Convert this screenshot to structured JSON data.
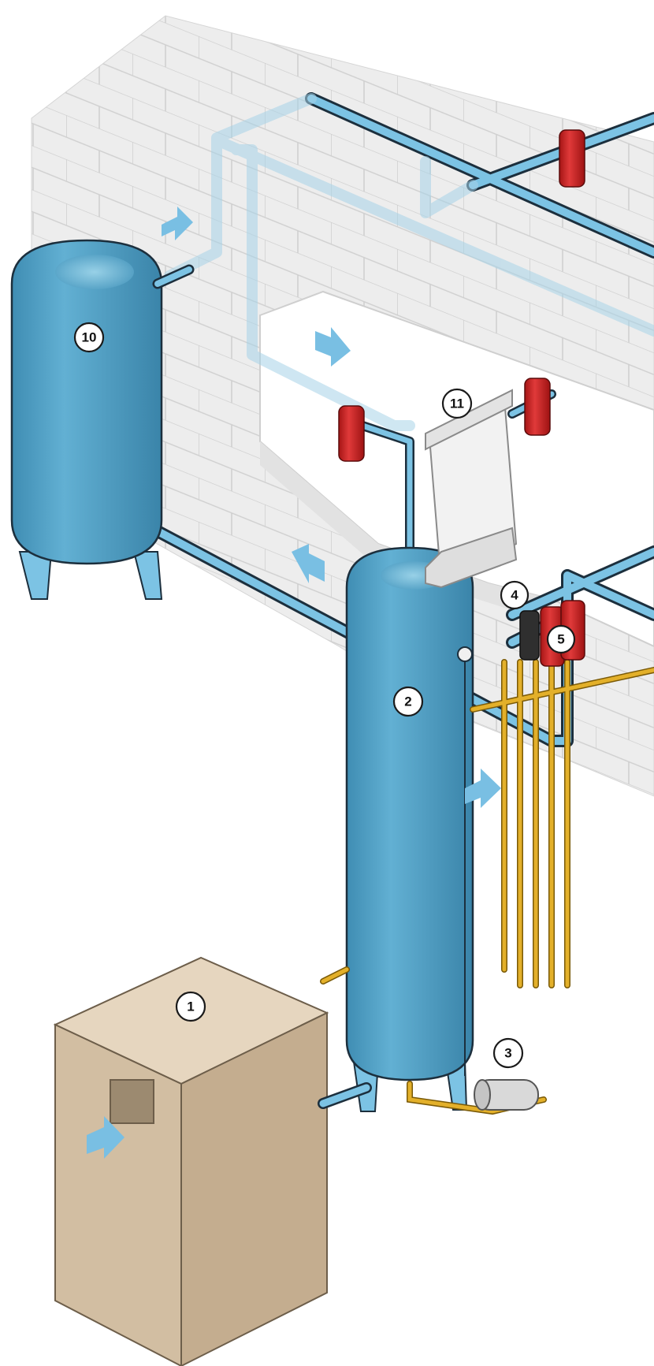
{
  "colors": {
    "pipe_air": "#7cc3e4",
    "pipe_outline": "#1c2f3d",
    "tank": "#5aa5c8",
    "filter": "#d42a2a",
    "drain_line": "#d6a21d",
    "compressor": "#d8c6ad",
    "wall": "#ececec",
    "arrow": "#79bfe3"
  },
  "callouts": [
    {
      "id": "compressor",
      "label": "1"
    },
    {
      "id": "receiver-tank",
      "label": "2"
    },
    {
      "id": "separator",
      "label": "3"
    },
    {
      "id": "water-separator",
      "label": "4"
    },
    {
      "id": "filters",
      "label": "5"
    },
    {
      "id": "storage-tank",
      "label": "10"
    },
    {
      "id": "point-of-use-dryer",
      "label": "11"
    }
  ],
  "icons": [
    "flow-arrow-icon",
    "pressure-gauge-icon"
  ]
}
